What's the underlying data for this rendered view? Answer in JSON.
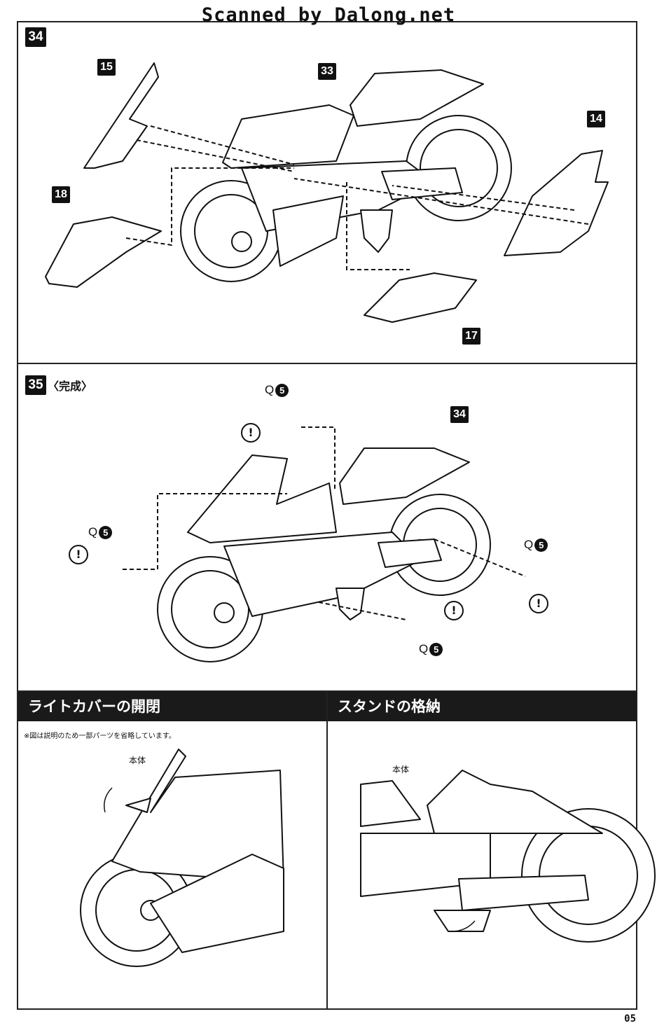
{
  "header": {
    "watermark": "Scanned by Dalong.net"
  },
  "step34": {
    "number": "34",
    "parts": {
      "p15": "15",
      "p33": "33",
      "p14": "14",
      "p18": "18",
      "p17": "17"
    }
  },
  "step35": {
    "number": "35",
    "title": "〈完成〉",
    "base_part": "34",
    "q_label": "Q",
    "q_number": "5",
    "warning_mark": "!"
  },
  "light_cover": {
    "title": "ライトカバーの開閉",
    "note": "※図は説明のため一部パーツを省略しています。",
    "body_label": "本体"
  },
  "stand": {
    "title": "スタンドの格納",
    "body_label": "本体"
  },
  "footer": {
    "page_number": "05"
  }
}
